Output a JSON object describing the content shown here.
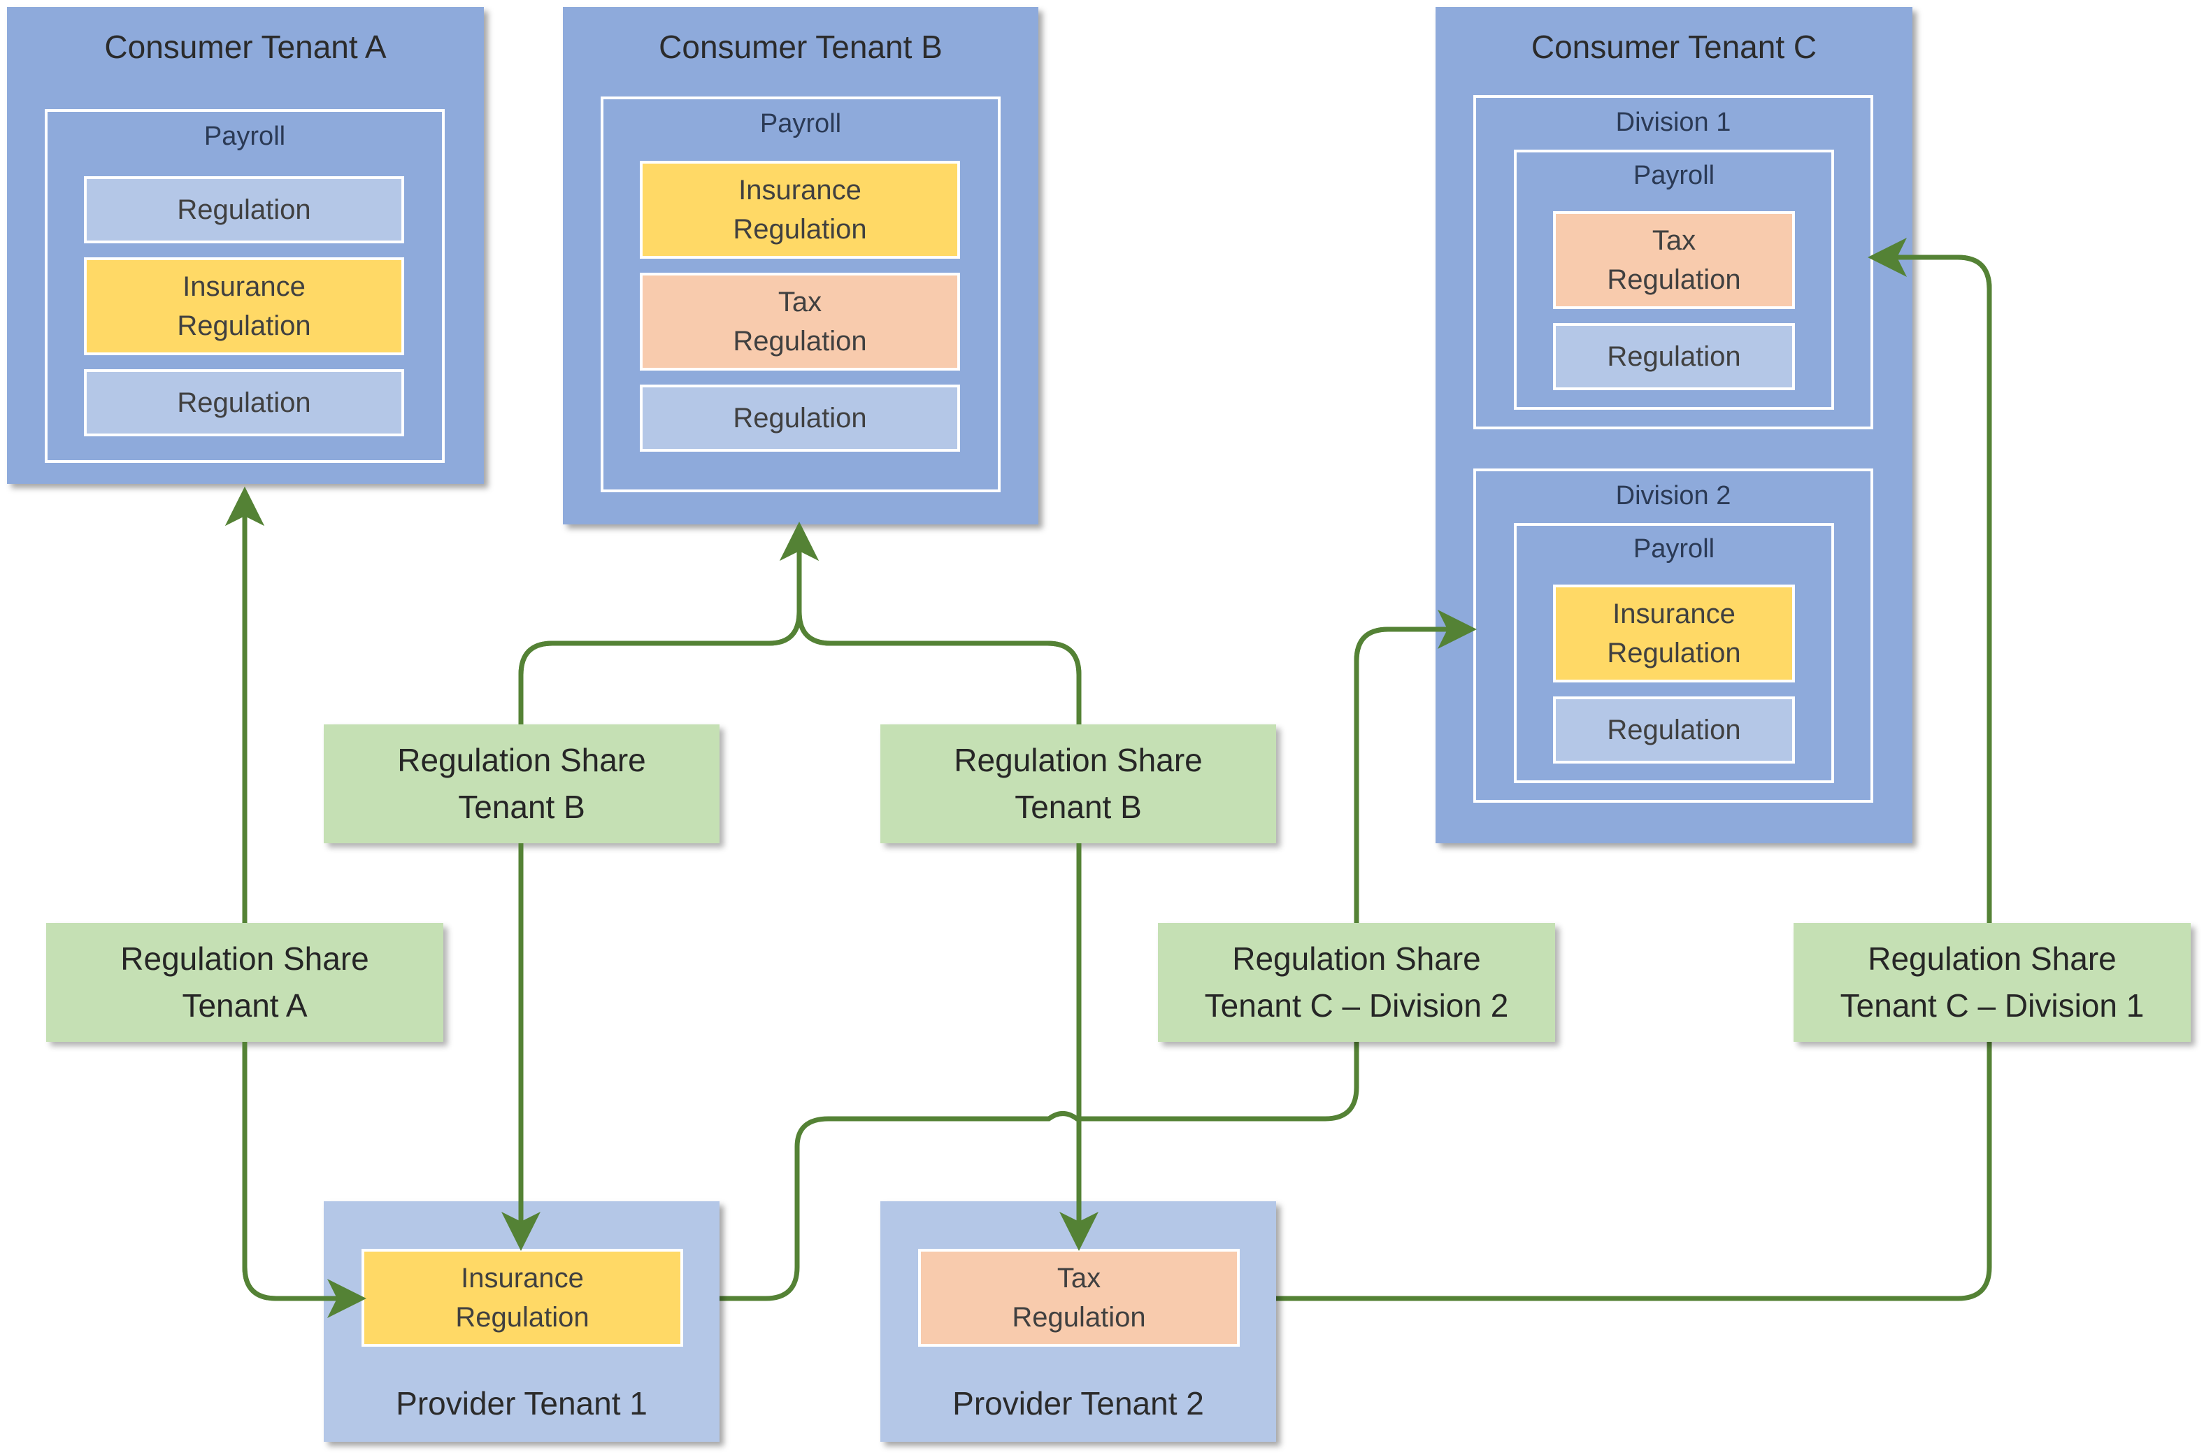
{
  "colors": {
    "tenant": "#8eaadb",
    "provider": "#b4c7e7",
    "share": "#c5e0b4",
    "arrow": "#548235",
    "insurance": "#ffd966",
    "tax": "#f8cbad",
    "regulation": "#b4c7e7"
  },
  "consumer_a": {
    "title": "Consumer Tenant A",
    "payroll": "Payroll",
    "regs": [
      "Regulation",
      "Insurance\nRegulation",
      "Regulation"
    ]
  },
  "consumer_b": {
    "title": "Consumer Tenant B",
    "payroll": "Payroll",
    "regs": [
      "Insurance\nRegulation",
      "Tax\nRegulation",
      "Regulation"
    ]
  },
  "consumer_c": {
    "title": "Consumer Tenant C",
    "division1": {
      "label": "Division 1",
      "payroll": "Payroll",
      "regs": [
        "Tax\nRegulation",
        "Regulation"
      ]
    },
    "division2": {
      "label": "Division 2",
      "payroll": "Payroll",
      "regs": [
        "Insurance\nRegulation",
        "Regulation"
      ]
    }
  },
  "shares": {
    "b_left": "Regulation Share\nTenant B",
    "b_right": "Regulation Share\nTenant B",
    "a": "Regulation Share\nTenant A",
    "c_div2": "Regulation Share\nTenant C – Division 2",
    "c_div1": "Regulation Share\nTenant C – Division 1"
  },
  "provider_1": {
    "title": "Provider Tenant 1",
    "reg": "Insurance\nRegulation"
  },
  "provider_2": {
    "title": "Provider Tenant 2",
    "reg": "Tax\nRegulation"
  }
}
